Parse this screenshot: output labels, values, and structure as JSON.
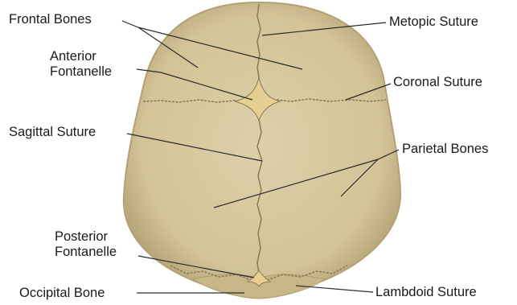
{
  "diagram": {
    "colors": {
      "bone": "#d7c9a0",
      "bone_edge": "#b09c6e",
      "suture": "#8a7a55",
      "fontanelle": "#e6cf92",
      "leader": "#2b2b2b"
    },
    "labels": {
      "frontal_bones": "Frontal Bones",
      "anterior_fontanelle": [
        "Anterior",
        "Fontanelle"
      ],
      "sagittal_suture": "Sagittal Suture",
      "posterior_fontanelle": [
        "Posterior",
        "Fontanelle"
      ],
      "occipital_bone": "Occipital Bone",
      "metopic_suture": "Metopic Suture",
      "coronal_suture": "Coronal Suture",
      "parietal_bones": "Parietal Bones",
      "lambdoid_suture": "Lambdoid Suture"
    }
  }
}
